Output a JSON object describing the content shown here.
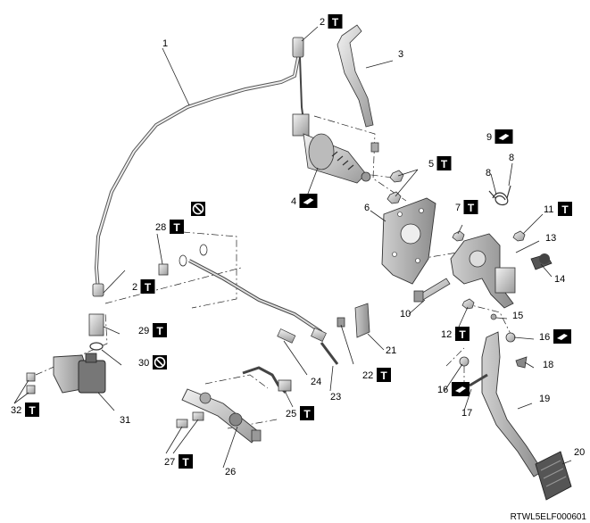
{
  "diagram": {
    "figure_code": "RTWL5ELF000601",
    "callouts": [
      {
        "id": "c1",
        "label": "1",
        "icon": ""
      },
      {
        "id": "c2a",
        "label": "2",
        "icon": "torque-icon"
      },
      {
        "id": "c2b",
        "label": "2",
        "icon": "torque-icon"
      },
      {
        "id": "c3",
        "label": "3",
        "icon": ""
      },
      {
        "id": "c4",
        "label": "4",
        "icon": "grease-icon"
      },
      {
        "id": "c5",
        "label": "5",
        "icon": "torque-icon"
      },
      {
        "id": "c6",
        "label": "6",
        "icon": ""
      },
      {
        "id": "c7",
        "label": "7",
        "icon": "torque-icon"
      },
      {
        "id": "c8a",
        "label": "8",
        "icon": ""
      },
      {
        "id": "c8b",
        "label": "8",
        "icon": ""
      },
      {
        "id": "c9",
        "label": "9",
        "icon": "grease-icon"
      },
      {
        "id": "c10",
        "label": "10",
        "icon": ""
      },
      {
        "id": "c11",
        "label": "11",
        "icon": "torque-icon"
      },
      {
        "id": "c12",
        "label": "12",
        "icon": "torque-icon"
      },
      {
        "id": "c13",
        "label": "13",
        "icon": ""
      },
      {
        "id": "c14",
        "label": "14",
        "icon": ""
      },
      {
        "id": "c15",
        "label": "15",
        "icon": ""
      },
      {
        "id": "c16a",
        "label": "16",
        "icon": "grease-icon"
      },
      {
        "id": "c16b",
        "label": "16",
        "icon": "grease-icon"
      },
      {
        "id": "c17",
        "label": "17",
        "icon": ""
      },
      {
        "id": "c18",
        "label": "18",
        "icon": ""
      },
      {
        "id": "c19",
        "label": "19",
        "icon": ""
      },
      {
        "id": "c20",
        "label": "20",
        "icon": ""
      },
      {
        "id": "c21",
        "label": "21",
        "icon": ""
      },
      {
        "id": "c22",
        "label": "22",
        "icon": "torque-icon"
      },
      {
        "id": "c23",
        "label": "23",
        "icon": ""
      },
      {
        "id": "c24",
        "label": "24",
        "icon": ""
      },
      {
        "id": "c25",
        "label": "25",
        "icon": "torque-icon"
      },
      {
        "id": "c26",
        "label": "26",
        "icon": ""
      },
      {
        "id": "c27",
        "label": "27",
        "icon": "torque-icon"
      },
      {
        "id": "c28",
        "label": "28",
        "icon": "torque-icon"
      },
      {
        "id": "c29",
        "label": "29",
        "icon": "torque-icon"
      },
      {
        "id": "c30",
        "label": "30",
        "icon": "no-reuse-icon"
      },
      {
        "id": "c31",
        "label": "31",
        "icon": ""
      },
      {
        "id": "c32",
        "label": "32",
        "icon": "torque-icon"
      },
      {
        "id": "c33",
        "label": "",
        "icon": "no-reuse-icon"
      }
    ]
  }
}
